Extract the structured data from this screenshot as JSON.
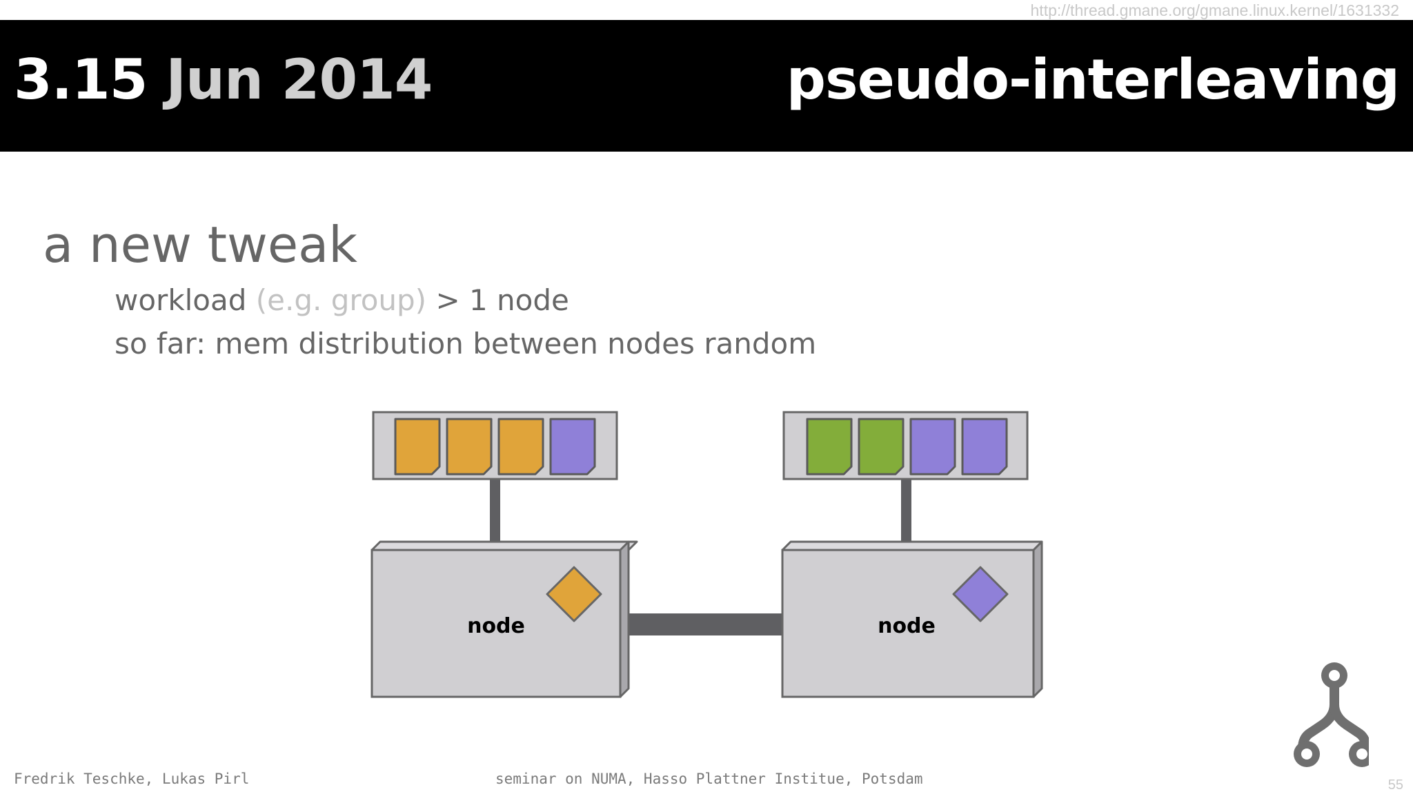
{
  "source_url": "http://thread.gmane.org/gmane.linux.kernel/1631332",
  "title": {
    "number": "3.15",
    "date": "Jun 2014",
    "topic": "pseudo-interleaving"
  },
  "heading": "a new tweak",
  "bullets": {
    "b1_a": "workload",
    "b1_dim": "(e.g. group)",
    "b1_b": "> 1 node",
    "b2": "so far: mem distribution between nodes random"
  },
  "diagram": {
    "node_left_label": "node",
    "node_right_label": "node",
    "memory_left_pages": [
      "orange",
      "orange",
      "orange",
      "purple"
    ],
    "memory_right_pages": [
      "green",
      "green",
      "purple",
      "purple"
    ],
    "cpu_left_color": "orange",
    "cpu_right_color": "purple"
  },
  "colors": {
    "orange": "#e0a43a",
    "purple": "#8f80d8",
    "green": "#83ad3a",
    "box_fill": "#d0cfd2",
    "box_stroke": "#666666"
  },
  "footer": {
    "authors": "Fredrik Teschke, Lukas Pirl",
    "event": "seminar on NUMA, Hasso Plattner Institue, Potsdam",
    "page": "55"
  },
  "logo_icon": "fork-icon"
}
